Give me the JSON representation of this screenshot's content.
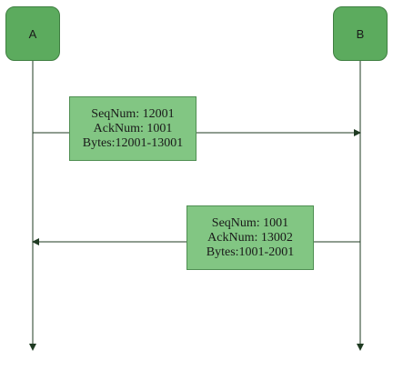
{
  "colors": {
    "host_fill": "#5cab5e",
    "message_fill": "#82c683",
    "line": "#1f3b22"
  },
  "hosts": {
    "a": {
      "label": "A"
    },
    "b": {
      "label": "B"
    }
  },
  "messages": [
    {
      "direction": "A to B",
      "seq": "SeqNum: 12001",
      "ack": "AckNum: 1001",
      "bytes": "Bytes:12001-13001"
    },
    {
      "direction": "B to A",
      "seq": "SeqNum: 1001",
      "ack": "AckNum: 13002",
      "bytes": "Bytes:1001-2001"
    }
  ]
}
